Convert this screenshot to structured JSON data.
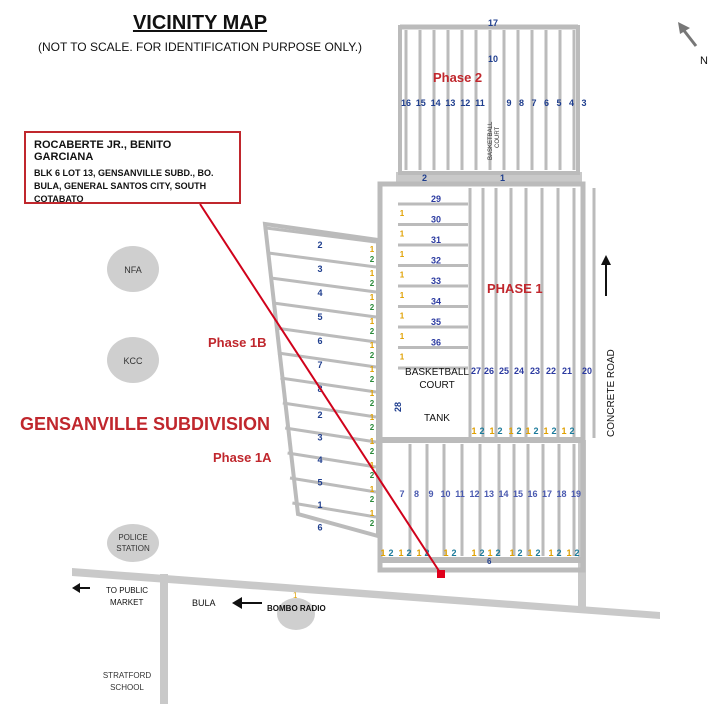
{
  "title": "VICINITY MAP",
  "subtitle": "(NOT TO SCALE. FOR IDENTIFICATION PURPOSE ONLY.)",
  "north": "N",
  "owner": {
    "name": "ROCABERTE JR., BENITO GARCIANA",
    "address": "BLK 6 LOT 13, GENSANVILLE SUBD., BO. BULA, GENERAL SANTOS CITY, SOUTH COTABATO"
  },
  "labels": {
    "phase2": "Phase 2",
    "phase1": "PHASE 1",
    "phase1b": "Phase 1B",
    "phase1a": "Phase 1A",
    "subdivision": "GENSANVILLE SUBDIVISION",
    "basketball_court": "BASKETBALL COURT",
    "basketball_court_small": "BASKETBALL COURT",
    "tank": "TANK",
    "concrete_road": "CONCRETE ROAD",
    "to_public_market": "TO PUBLIC MARKET",
    "bula": "BULA",
    "bombo_radio": "BOMBO RADIO",
    "stratford_school": "STRATFORD SCHOOL"
  },
  "landmarks": {
    "nfa": "NFA",
    "kcc": "KCC",
    "police_station": "POLICE STATION"
  },
  "phase2_top": "17",
  "phase2_lot10": "10",
  "phase2_left": [
    "16",
    "15",
    "14",
    "13",
    "12",
    "11"
  ],
  "phase2_right": [
    "9",
    "8",
    "7",
    "6",
    "5",
    "4",
    "3"
  ],
  "phase2_road": [
    "2",
    "1"
  ],
  "phase1_stack": [
    "29",
    "30",
    "31",
    "32",
    "33",
    "34",
    "35",
    "36"
  ],
  "phase1_upper": [
    "27",
    "26",
    "25",
    "24",
    "23",
    "22",
    "21",
    "20"
  ],
  "phase1_lot28": "28",
  "phase1_lower": [
    "7",
    "8",
    "9",
    "10",
    "11",
    "12",
    "13",
    "14",
    "15",
    "16",
    "17",
    "18",
    "19"
  ],
  "phase1_bottom6": "6",
  "phase1b_lots": [
    "2",
    "3",
    "4",
    "5",
    "6",
    "7",
    "8"
  ],
  "phase1a_lots": [
    "2",
    "3",
    "4",
    "5",
    "1",
    "6"
  ]
}
